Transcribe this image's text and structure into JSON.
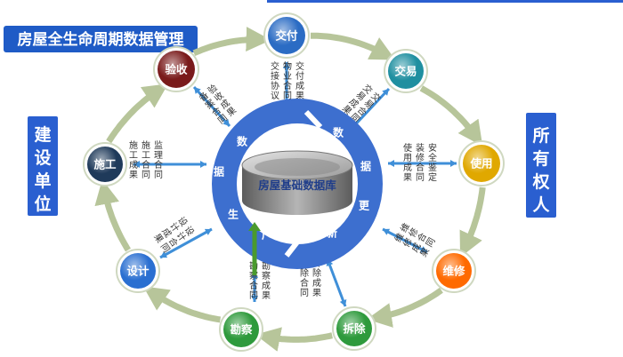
{
  "title": "房屋全生命周期数据管理",
  "left_label": "建设单位",
  "right_label": "所有权人",
  "center_label": "房屋基础数据库",
  "ring_chars": [
    "数",
    "据",
    "生",
    "产",
    "新",
    "更",
    "据",
    "数"
  ],
  "nodes": [
    {
      "id": "jiaofu",
      "label": "交付",
      "color": "#2b6cc4"
    },
    {
      "id": "jiaoyi",
      "label": "交易",
      "color": "#1f8fa0"
    },
    {
      "id": "shiyong",
      "label": "使用",
      "color": "#e0a800"
    },
    {
      "id": "weixiu",
      "label": "维修",
      "color": "#ff6a00"
    },
    {
      "id": "chaichu",
      "label": "拆除",
      "color": "#2e9a3c"
    },
    {
      "id": "kancha",
      "label": "勘察",
      "color": "#2e9a3c"
    },
    {
      "id": "sheji",
      "label": "设计",
      "color": "#2a6fd1"
    },
    {
      "id": "shigong",
      "label": "施工",
      "color": "#1f3a5a"
    },
    {
      "id": "yanshou",
      "label": "验收",
      "color": "#7a1b1b"
    }
  ],
  "connectors": [
    {
      "id": "jiaofu",
      "lines": [
        "交付成果",
        "物业合同",
        "交接协议"
      ]
    },
    {
      "id": "jiaoyi",
      "lines": [
        "交易合同",
        "交易成果"
      ]
    },
    {
      "id": "shiyong",
      "lines": [
        "安全鉴定",
        "装修合同",
        "使用成果"
      ]
    },
    {
      "id": "weixiu",
      "lines": [
        "维修合同",
        "维修成果"
      ]
    },
    {
      "id": "chaichu",
      "lines": [
        "拆除成果",
        "拆除合同"
      ]
    },
    {
      "id": "kancha",
      "lines": [
        "勘察成果",
        "勘察合同"
      ]
    },
    {
      "id": "sheji",
      "lines": [
        "设计合同",
        "设计成果"
      ]
    },
    {
      "id": "shigong",
      "lines": [
        "监理合同",
        "施工合同",
        "施工成果"
      ]
    },
    {
      "id": "yanshou",
      "lines": [
        "验收成果",
        "备案合同"
      ]
    }
  ],
  "colors": {
    "title_bg": "#1f5bc6",
    "side_bg": "#2a5fd0",
    "ring_blue": "#3d6fcf",
    "cycle_arrow": "#b7c59a",
    "connector": "#3f8fd8",
    "green_arrow": "#4a9a2e"
  }
}
